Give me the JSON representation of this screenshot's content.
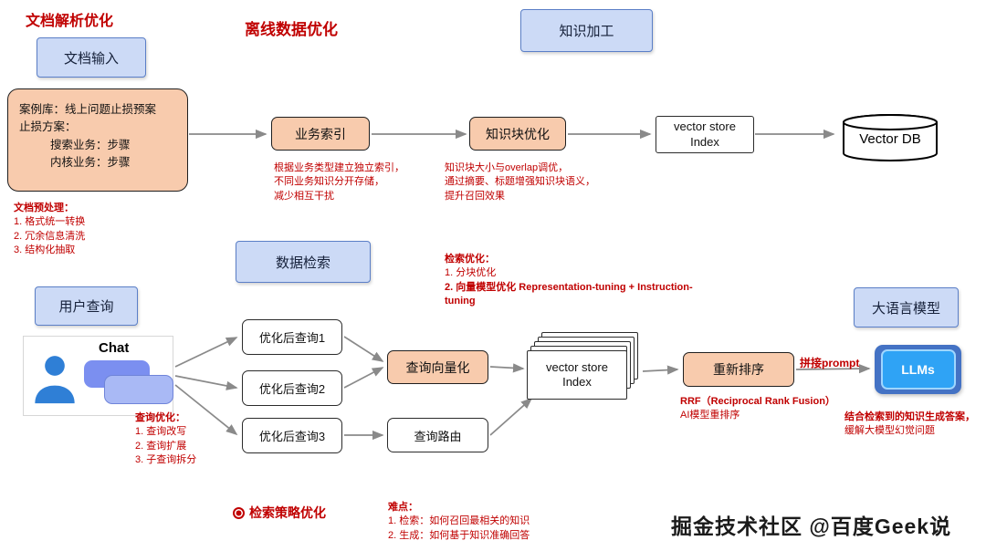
{
  "colors": {
    "blue_fill": "#ccdaf6",
    "blue_border": "#5b7fc7",
    "orange_fill": "#f8cbad",
    "red": "#c00000",
    "arrow": "#8a8a8a"
  },
  "annotations": {
    "doc_parse": "文档解析优化",
    "offline_opt": "离线数据优化",
    "strategy": "检索策略优化",
    "prompt_concat": "拼接prompt"
  },
  "offline": {
    "knowledge_processing": "知识加工",
    "doc_input": "文档输入",
    "case_box": {
      "lines": [
        "案例库：线上问题止损预案",
        "止损方案：",
        "搜索业务：步骤",
        "内核业务：步骤"
      ]
    },
    "doc_notes": {
      "title": "文档预处理：",
      "items": [
        "1. 格式统一转换",
        "2. 冗余信息清洗",
        "3. 结构化抽取"
      ]
    },
    "business_index": {
      "label": "业务索引",
      "notes": [
        "根据业务类型建立独立索引，",
        "不同业务知识分开存储，",
        "减少相互干扰"
      ]
    },
    "chunk_opt": {
      "label": "知识块优化",
      "notes": [
        "知识块大小与overlap调优，",
        "通过摘要、标题增强知识块语义，",
        "提升召回效果"
      ]
    },
    "vector_store": {
      "line1": "vector store",
      "line2": "Index"
    },
    "vector_db": "Vector DB"
  },
  "online": {
    "user_query": "用户查询",
    "chat_label": "Chat",
    "chat_notes": {
      "title": "查询优化：",
      "items": [
        "1. 查询改写",
        "2. 查询扩展",
        "3. 子查询拆分"
      ]
    },
    "data_retrieval": "数据检索",
    "retrieval_notes": {
      "title": "检索优化：",
      "items": [
        "1. 分块优化",
        "2. 向量模型优化  Representation-tuning + Instruction-tuning"
      ]
    },
    "queries": [
      "优化后查询1",
      "优化后查询2",
      "优化后查询3"
    ],
    "query_vectorize": "查询向量化",
    "query_route": "查询路由",
    "index_stack": {
      "line1": "vector store",
      "line2": "Index"
    },
    "rerank": {
      "label": "重新排序",
      "notes": [
        "RRF（Reciprocal Rank Fusion）",
        "AI模型重排序"
      ]
    },
    "llm": {
      "label": "大语言模型",
      "chip": "LLMs",
      "notes": [
        "结合检索到的知识生成答案，",
        "缓解大模型幻觉问题"
      ]
    }
  },
  "bottom": {
    "issues": {
      "title": "难点：",
      "items": [
        "1. 检索：如何召回最相关的知识",
        "2. 生成：如何基于知识准确回答"
      ]
    },
    "watermark": "掘金技术社区 @百度Geek说"
  }
}
